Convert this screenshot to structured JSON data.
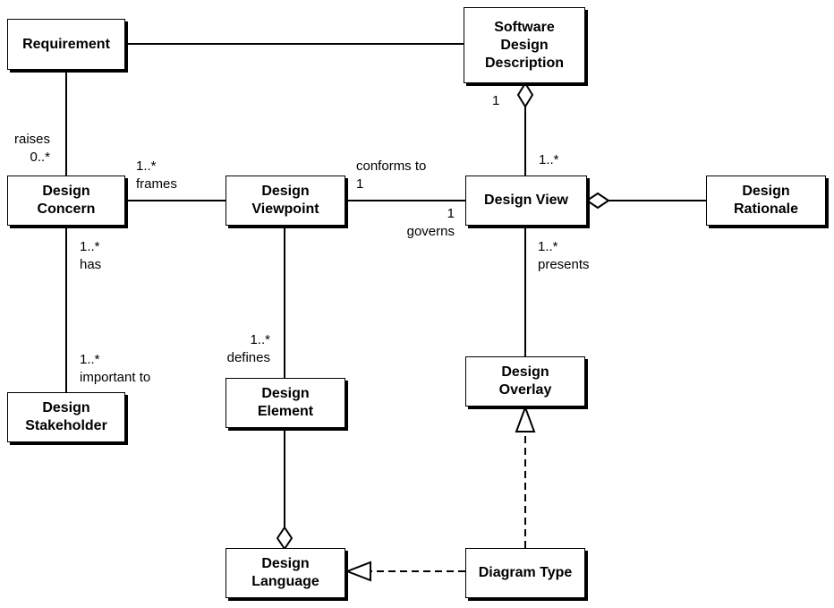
{
  "classes": {
    "requirement": "Requirement",
    "sdd": "Software\nDesign\nDescription",
    "design_concern": "Design\nConcern",
    "design_viewpoint": "Design\nViewpoint",
    "design_view": "Design View",
    "design_rationale": "Design\nRationale",
    "design_stakeholder": "Design\nStakeholder",
    "design_element": "Design\nElement",
    "design_overlay": "Design\nOverlay",
    "design_language": "Design\nLanguage",
    "diagram_type": "Diagram Type"
  },
  "labels": {
    "raises": "raises\n0..*",
    "sdd_mult": "1",
    "view_mult_top": "1..*",
    "frames": "1..*\nframes",
    "conforms_to": "conforms to\n1",
    "governs": "1\ngoverns",
    "has": "1..*\nhas",
    "presents": "1..*\npresents",
    "defines": "1..*\ndefines",
    "important_to": "1..*\nimportant to"
  }
}
